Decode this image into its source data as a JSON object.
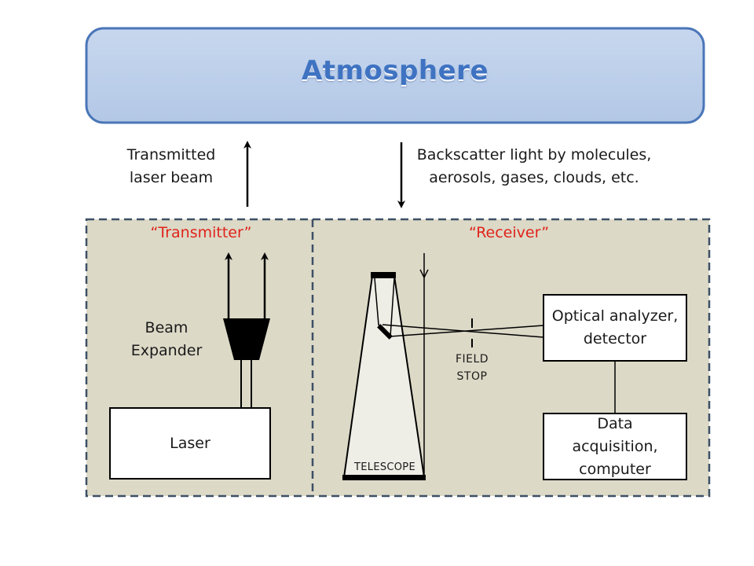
{
  "atmosphere": {
    "title": "Atmosphere"
  },
  "labels": {
    "transmitted": [
      "Transmitted",
      "laser beam"
    ],
    "backscatter": [
      "Backscatter light by molecules,",
      "aerosols, gases, clouds, etc."
    ]
  },
  "transmitter": {
    "title": "“Transmitter”",
    "beam_expander": [
      "Beam",
      "Expander"
    ],
    "laser": "Laser"
  },
  "receiver": {
    "title": "“Receiver”",
    "telescope": "TELESCOPE",
    "field_stop": [
      "FIELD",
      "STOP"
    ],
    "optical_analyzer": [
      "Optical analyzer,",
      "detector"
    ],
    "data_acquisition": [
      "Data",
      "acquisition,",
      "computer"
    ]
  },
  "colors": {
    "atmosphere_fill": "#bccfe8",
    "atmosphere_border": "#4a76b8",
    "atmosphere_text": "#3f73c2",
    "panel_fill": "#dcd9c7",
    "panel_border": "#3d5066",
    "title_red": "#e0241b",
    "telescope_fill": "#efeee6"
  }
}
